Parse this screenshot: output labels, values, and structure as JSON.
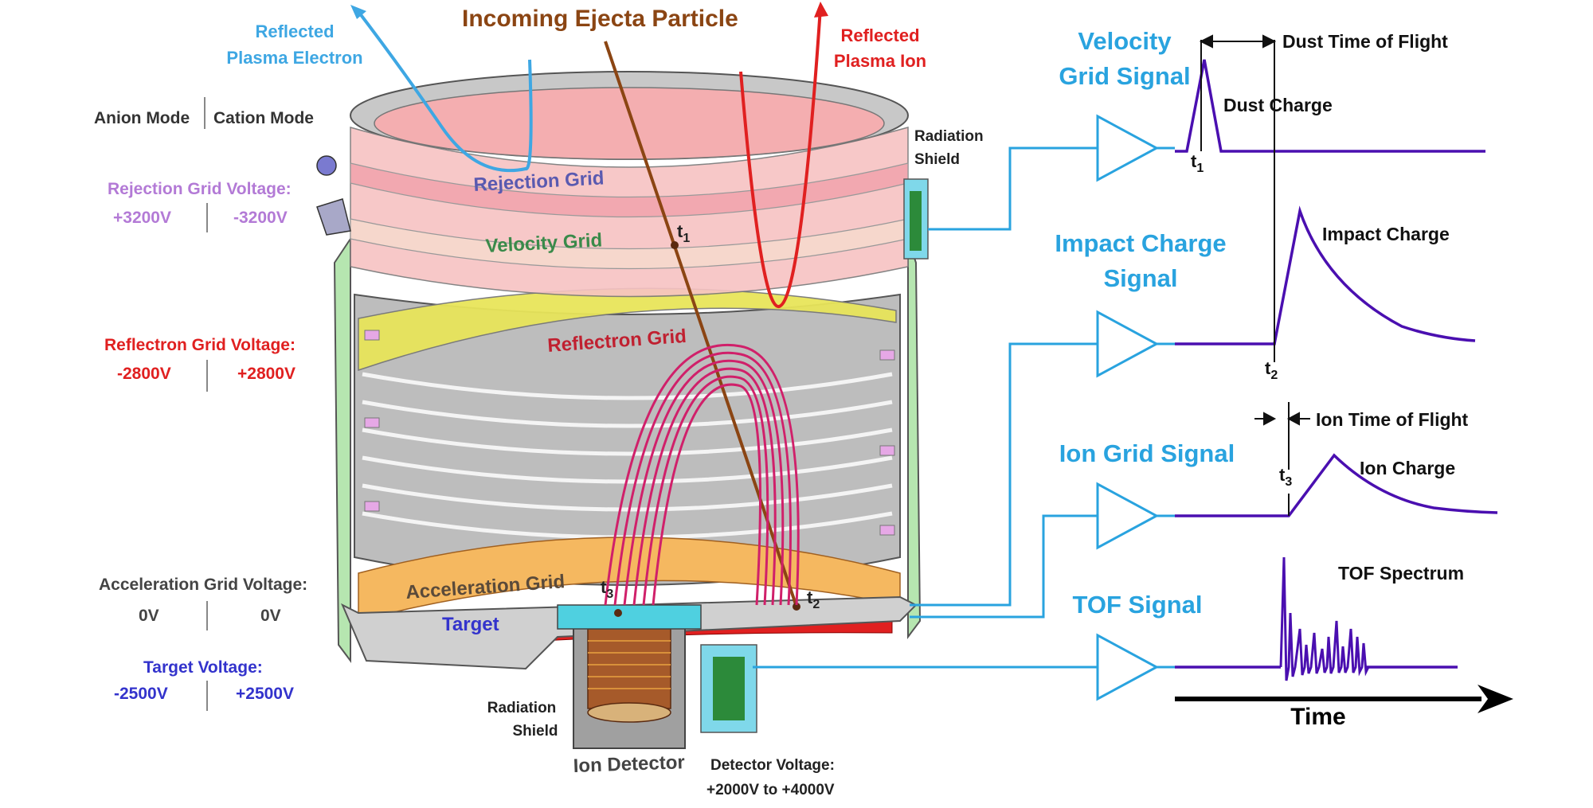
{
  "title": "Incoming Ejecta Particle",
  "reflected_electron": {
    "line1": "Reflected",
    "line2": "Plasma Electron"
  },
  "reflected_ion": {
    "line1": "Reflected",
    "line2": "Plasma Ion"
  },
  "modes": {
    "anion": "Anion Mode",
    "cation": "Cation Mode"
  },
  "voltages": {
    "rejection": {
      "label": "Rejection Grid Voltage:",
      "anion": "+3200V",
      "cation": "-3200V"
    },
    "reflectron": {
      "label": "Reflectron Grid Voltage:",
      "anion": "-2800V",
      "cation": "+2800V"
    },
    "acceleration": {
      "label": "Acceleration Grid Voltage:",
      "anion": "0V",
      "cation": "0V"
    },
    "target": {
      "label": "Target Voltage:",
      "anion": "-2500V",
      "cation": "+2500V"
    }
  },
  "grids": {
    "rejection": "Rejection Grid",
    "velocity": "Velocity Grid",
    "reflectron": "Reflectron Grid",
    "acceleration": "Acceleration Grid",
    "target": "Target"
  },
  "time_marks": {
    "t1": "t",
    "t1_sub": "1",
    "t2": "t",
    "t2_sub": "2",
    "t3": "t",
    "t3_sub": "3"
  },
  "radiation_shield_top": {
    "line1": "Radiation",
    "line2": "Shield"
  },
  "radiation_shield_bottom": {
    "line1": "Radiation",
    "line2": "Shield"
  },
  "ion_detector": "Ion Detector",
  "detector_voltage": {
    "line1": "Detector Voltage:",
    "line2": "+2000V to +4000V"
  },
  "signals": {
    "velocity": {
      "line1": "Velocity",
      "line2": "Grid Signal",
      "annotation": "Dust Charge"
    },
    "impact": {
      "line1": "Impact Charge",
      "line2": "Signal",
      "annotation": "Impact Charge"
    },
    "ion": {
      "line1": "Ion Grid Signal",
      "annotation": "Ion Charge"
    },
    "tof": {
      "line1": "TOF Signal",
      "annotation": "TOF Spectrum"
    }
  },
  "dust_time_of_flight": "Dust Time of Flight",
  "ion_time_of_flight": "Ion Time of Flight",
  "time_axis": "Time",
  "colors": {
    "signal_blue": "#29a3df",
    "trace_purple": "#4a0fb0",
    "rejection_purple": "#b37ad6",
    "reflectron_red": "#e02020",
    "target_blue": "#3333cc",
    "particle_brown": "#8b4513",
    "ion_path_pink": "#d0206a"
  }
}
